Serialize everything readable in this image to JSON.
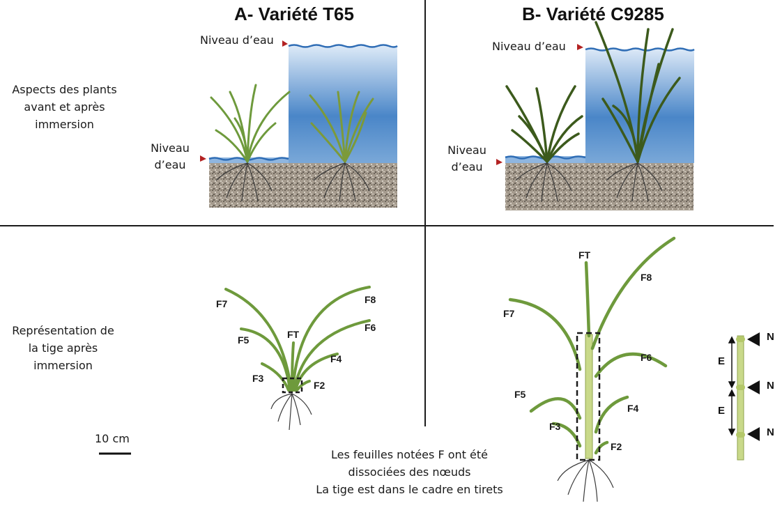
{
  "titles": {
    "variety_a": "A- Variété T65",
    "variety_b": "B- Variété C9285"
  },
  "row_labels": {
    "aspects": [
      "Aspects des plants",
      "avant et après",
      "immersion"
    ],
    "representation": [
      "Représentation de",
      "la tige après",
      "immersion"
    ]
  },
  "water_labels": {
    "a_high": "Niveau d’eau",
    "a_low": [
      "Niveau",
      "d’eau"
    ],
    "b_high": "Niveau d’eau",
    "b_low": [
      "Niveau",
      "d’eau"
    ]
  },
  "scale_bar": {
    "label": "10 cm"
  },
  "leaves_a": {
    "f7": "F7",
    "f8": "F8",
    "f5": "F5",
    "ft": "FT",
    "f6": "F6",
    "f4": "F4",
    "f3": "F3",
    "f2": "F2"
  },
  "leaves_b": {
    "ft": "FT",
    "f8": "F8",
    "f7": "F7",
    "f6": "F6",
    "f5": "F5",
    "f4": "F4",
    "f3": "F3",
    "f2": "F2"
  },
  "stem_detail": {
    "n1": "N",
    "n2": "N",
    "n3": "N",
    "e1": "E",
    "e2": "E"
  },
  "note": [
    "Les feuilles notées F ont été",
    "dissociées des nœuds",
    "La tige est dans le cadre en tirets"
  ],
  "colors": {
    "grid_line": "#1a1a1a",
    "water_top": "#dce9f7",
    "water_mid": "#4a86c8",
    "water_line": "#2f6db5",
    "soil": "#a59b8e",
    "leaf": "#6e9a3c",
    "leaf_dark": "#3c5a1c",
    "marker": "#b32222",
    "stem": "#c9d98a",
    "roots": "#3a3a3a"
  }
}
